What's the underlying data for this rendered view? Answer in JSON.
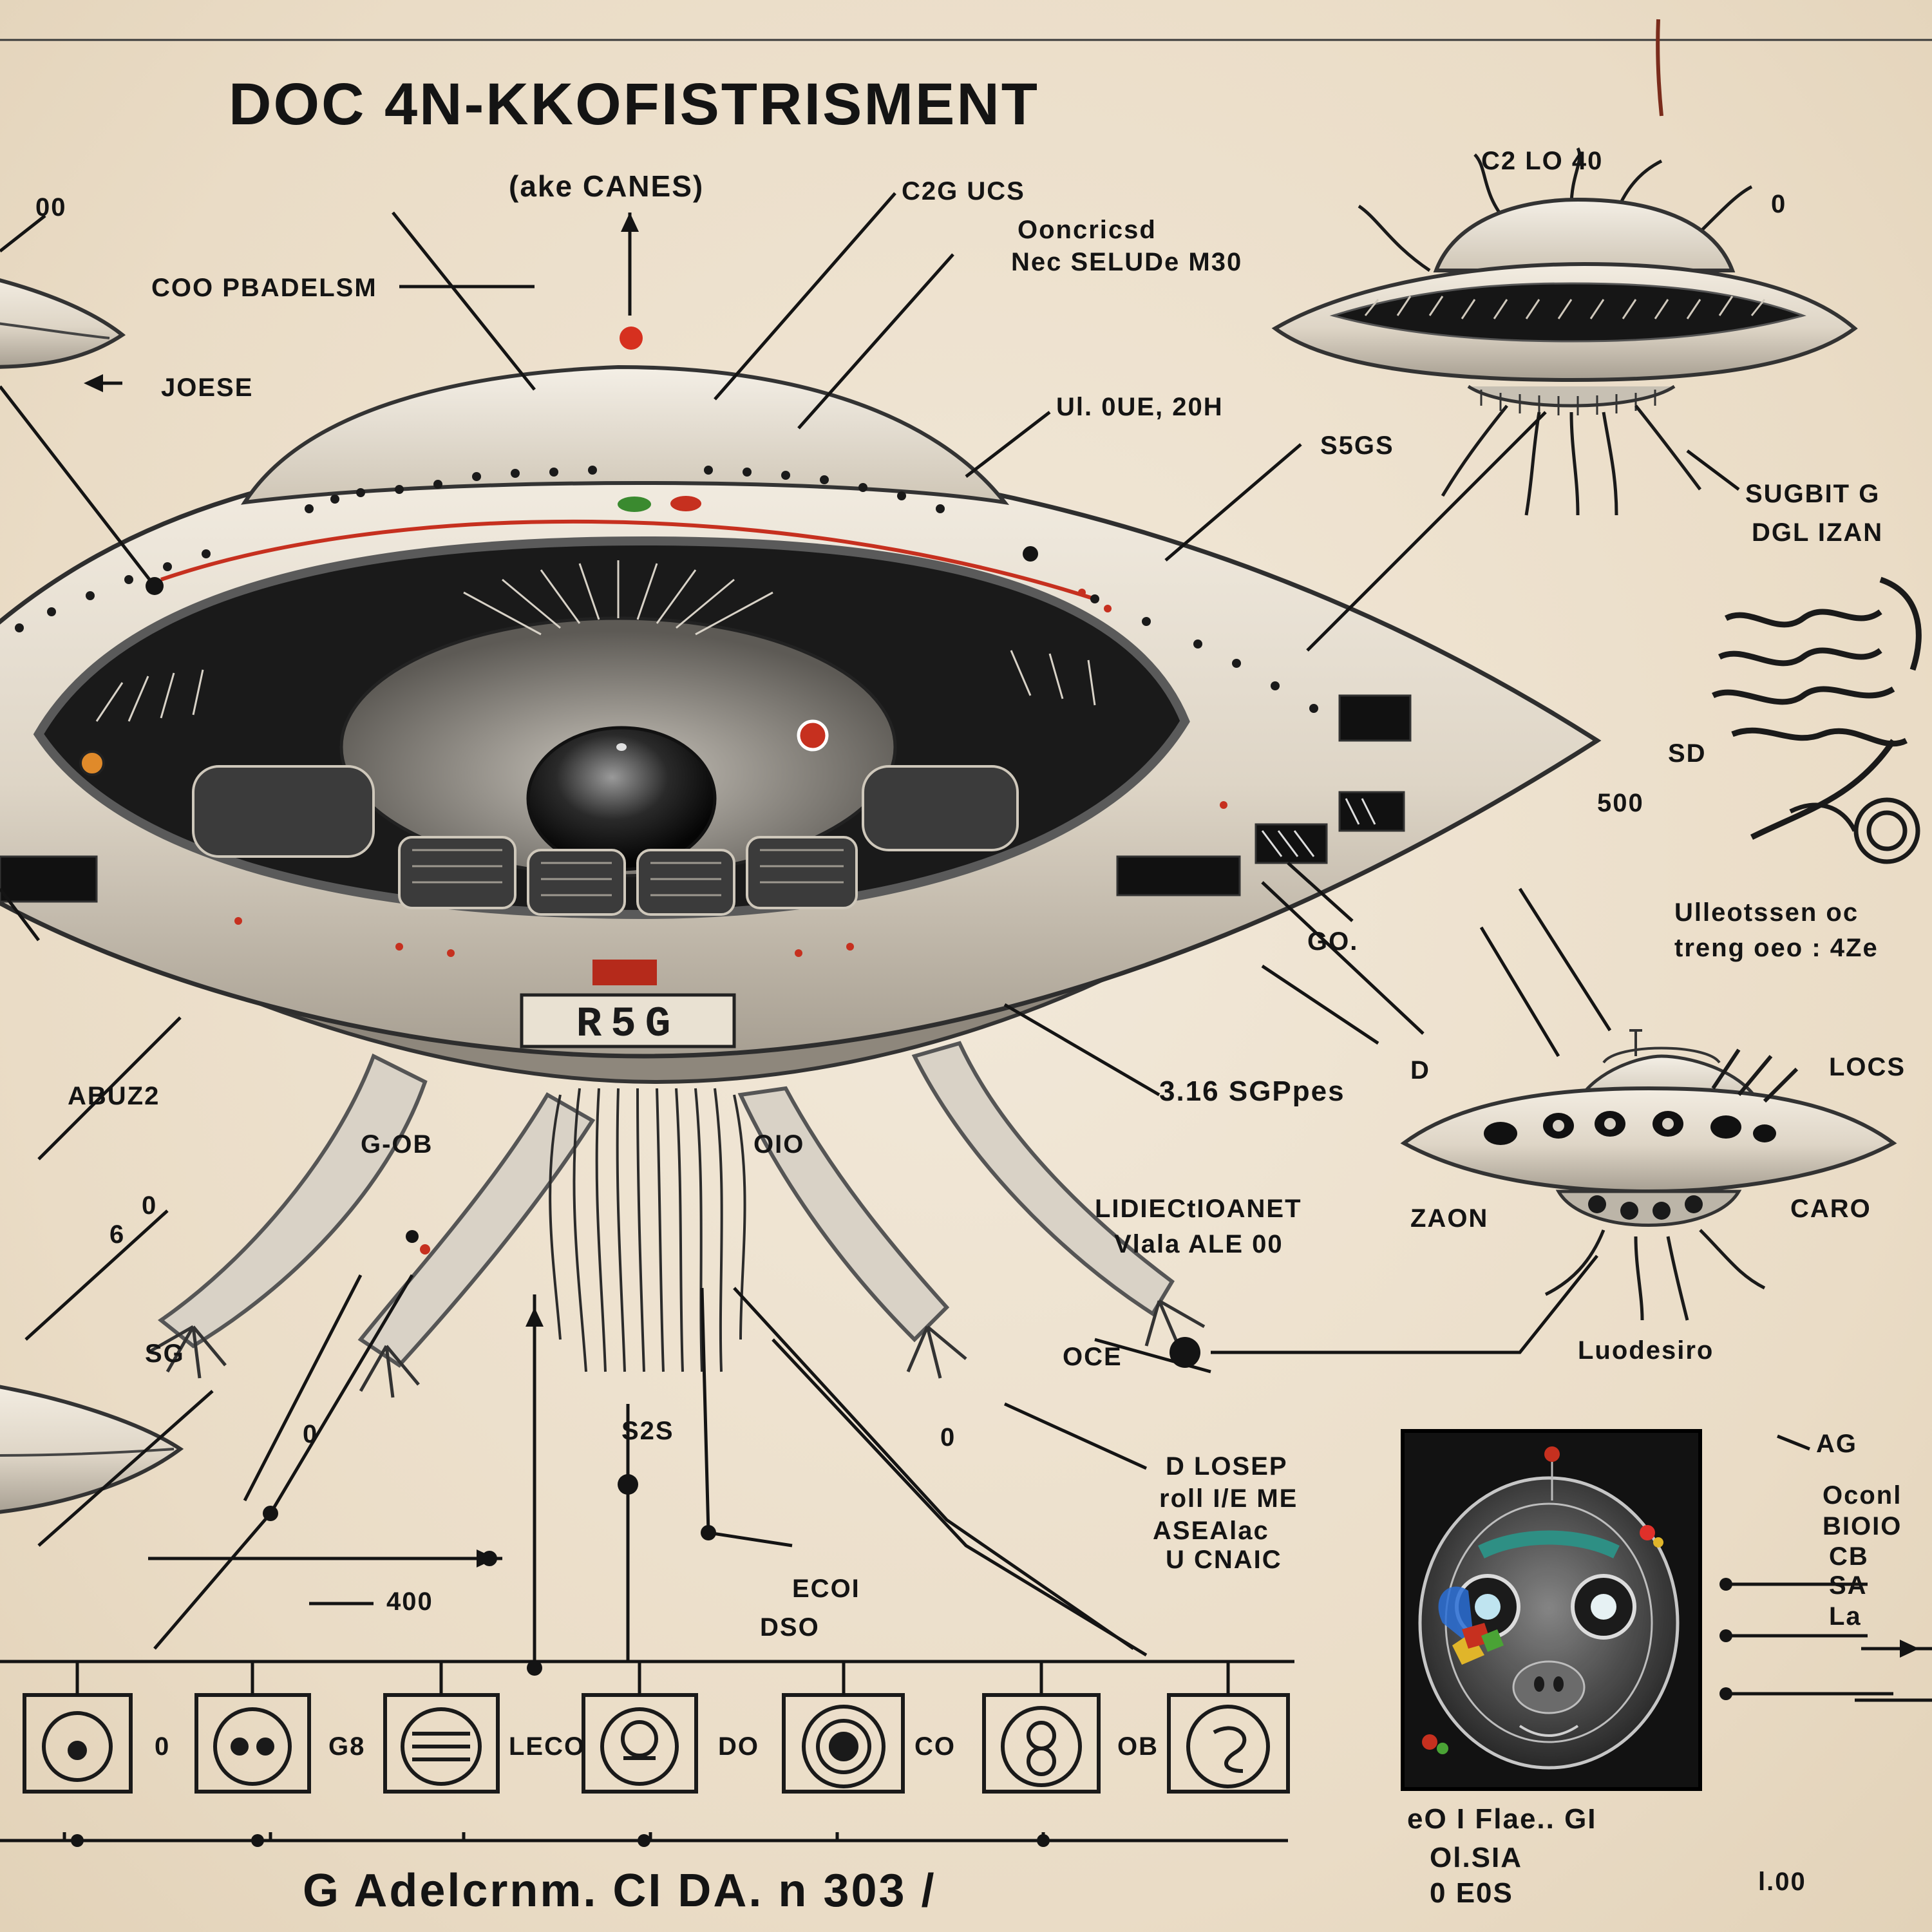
{
  "title": "DOC 4N-KKOFISTRISMENT",
  "subtitle": "(ake CANES)",
  "bottom_caption": "G Adelcrnm. CI DA. n 303 /",
  "hull_mark": "R5G",
  "inset_caption": [
    "eO I Flae.. GI",
    "Ol.SIA",
    "0 E0S"
  ],
  "labels": {
    "l01": "00",
    "l02": "COO PBADELSM",
    "l03": "JOESE",
    "l04": "C2G UCS",
    "l05": "Ooncricsd",
    "l06": "Nec SELUDe M30",
    "l07": "Ul. 0UE, 20H",
    "l08": "C2 LO 40",
    "l09": "0",
    "l10": "S5GS",
    "l11": "SUGBIT G",
    "l12": "DGL IZAN",
    "l13": "SD",
    "l14": "500",
    "l15": "Ulleotssen oc",
    "l16": "treng oeo : 4Ze",
    "l17": "GO.",
    "l18": "D",
    "l19": "3.16 SGPpes",
    "l20": "LOCS",
    "l21": "ZAON",
    "l22": "CARO",
    "l23": "LIDIECtIOANET",
    "l24": "Vlala ALE 00",
    "l25": "Luodesiro",
    "l26": "ABUZ2",
    "l27": "G-OB",
    "l28": "OIO",
    "l29": "0",
    "l30": "6",
    "l31": "SG",
    "l32": "0",
    "l33": "S2S",
    "l34": "OCE",
    "l35": "0",
    "l36": "D LOSEP",
    "l37": "roll I/E ME",
    "l38": "ASEAlac",
    "l39": "U CNAIC",
    "l40": "400",
    "l41": "ECOI",
    "l42": "DSO",
    "l43": "AG",
    "l44": "Oconl",
    "l45": "BIOIO",
    "l46": "CB",
    "l47": "SA",
    "l48": "La",
    "l49": "0",
    "l50": "G8",
    "l51": "LECO",
    "l52": "DO",
    "l53": "OB",
    "l54": "CO",
    "l55": "l.00"
  }
}
